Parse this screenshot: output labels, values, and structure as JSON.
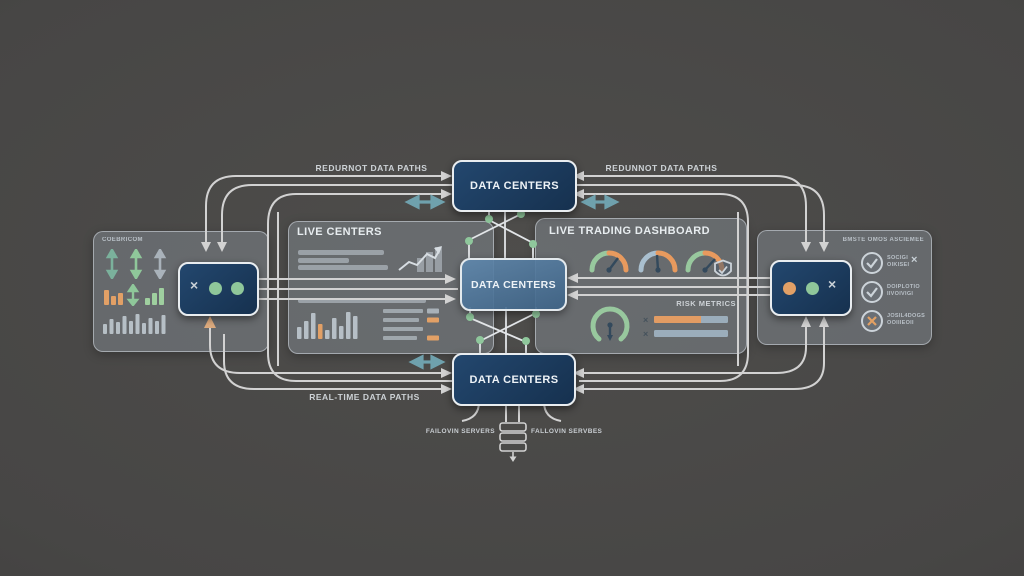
{
  "labels": {
    "redundant_left": "REDURNOT DATA PATHS",
    "redundant_right": "REDUNNOT DATA PATHS",
    "realtime": "REAL-TIME DATA PATHS",
    "failover_left": "FAILOVIN SERVERS",
    "failover_right": "FALLOVIN SERVBES",
    "risk_metrics": "RISK METRICS"
  },
  "nodes": {
    "data_center_top": "DATA CENTERS",
    "data_center_middle": "DATA CENTERS",
    "data_center_bottom": "DATA CENTERS"
  },
  "panels": {
    "colocation": {
      "title": "COEBRICOM"
    },
    "live_centers": {
      "title": "LIVE CENTERS"
    },
    "dashboard": {
      "title": "LIVE TRADING DASHBOARD"
    },
    "status": {
      "title": "BMSTE OMOS ASCIEMEE",
      "items": [
        {
          "line1": "SOCIGI",
          "line2": "OIKISEI",
          "status": "check"
        },
        {
          "line1": "DOIPLOTIO",
          "line2": "IIVOIVIGI",
          "status": "check"
        },
        {
          "line1": "JOSIL4DOGS",
          "line2": "OOIIIEOII",
          "status": "x"
        }
      ]
    }
  },
  "icons": {
    "x": "×"
  },
  "colors": {
    "background": "#4a4947",
    "panel": "rgba(152,163,174,0.36)",
    "navy_box": "#1b3a5f",
    "line": "#d2d2d2",
    "teal_arrow": "#6fa1ad",
    "green": "#8fc79a",
    "orange": "#e29c63",
    "gauge_blue": "#a9bfcf"
  }
}
